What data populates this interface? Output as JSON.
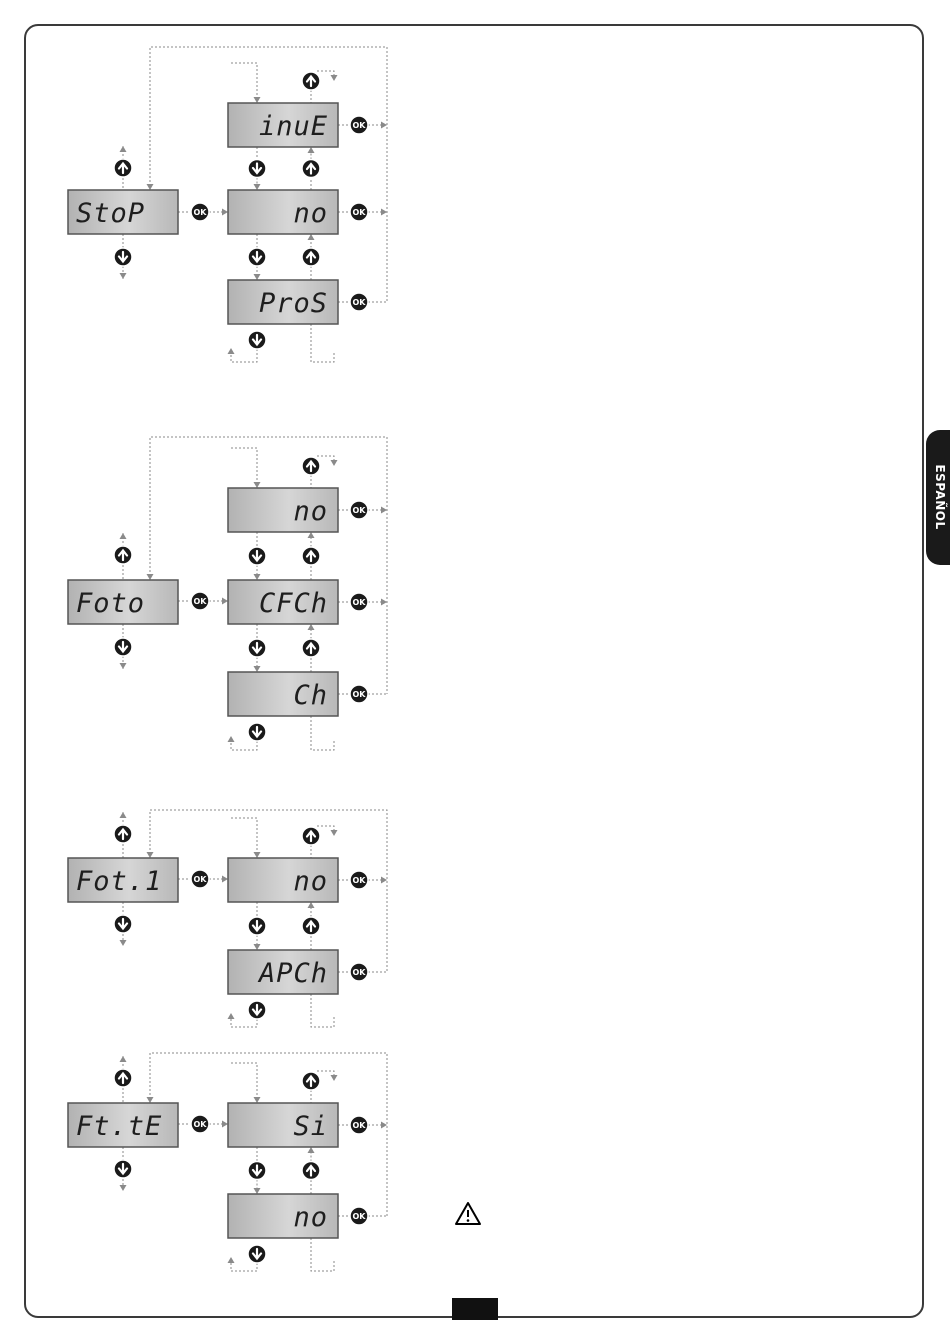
{
  "side_tab": {
    "label": "ESPAÑOL"
  },
  "button_labels": {
    "ok": "OK"
  },
  "warning": {
    "icon": "warning-triangle-icon",
    "color": "#000000"
  },
  "colors": {
    "lcd_fill": "#bcbcbc",
    "lcd_border": "#555555",
    "button_fill": "#1a1a1a",
    "tab_fill": "#1a1a1a"
  },
  "menus": [
    {
      "main": "StoP",
      "options": [
        "inuE",
        "no",
        "ProS"
      ]
    },
    {
      "main": "Foto",
      "options": [
        "no",
        "CFCh",
        "Ch"
      ]
    },
    {
      "main": "Fot.1",
      "options": [
        "no",
        "APCh"
      ]
    },
    {
      "main": "Ft.tE",
      "options": [
        "Si",
        "no"
      ]
    }
  ]
}
